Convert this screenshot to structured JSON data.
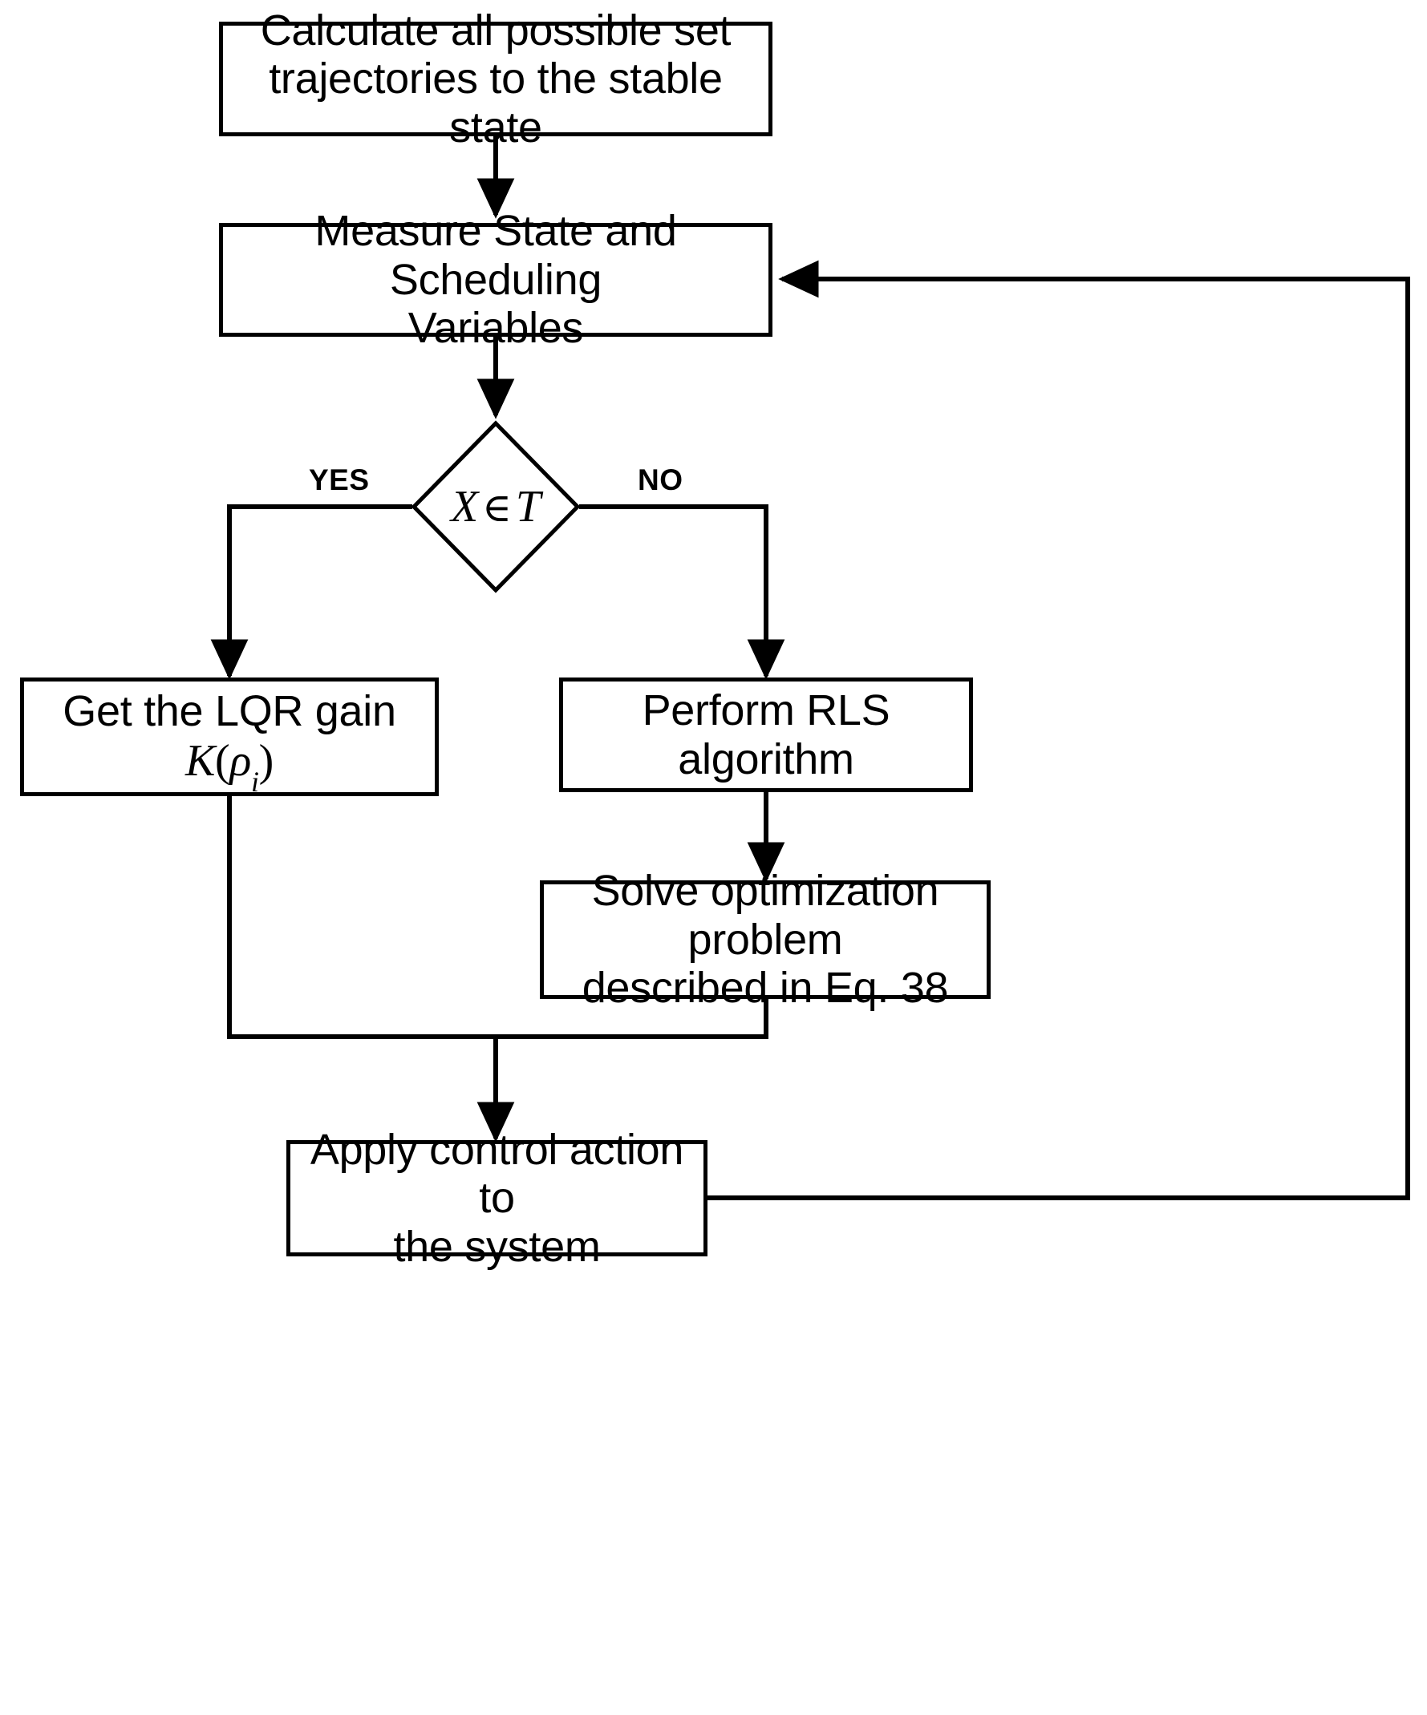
{
  "diagram": {
    "title": "Control algorithm flowchart",
    "type": "flowchart",
    "stroke_color": "#000000",
    "fill_color": "#ffffff"
  },
  "nodes": {
    "calculate": {
      "shape": "rectangle",
      "line1": "Calculate all possible set",
      "line2": "trajectories to the stable state"
    },
    "measure": {
      "shape": "rectangle",
      "line1": "Measure State and Scheduling",
      "line2": "Variables"
    },
    "decision": {
      "shape": "diamond",
      "condition_variable": "X",
      "condition_operator": "∈",
      "condition_set": "T",
      "condition_full": "X ∈ T"
    },
    "lqr": {
      "shape": "rectangle",
      "text_before": "Get the LQR gain ",
      "gain_symbol": "K",
      "gain_open": "(",
      "gain_param": "ρ",
      "gain_subscript": "i",
      "gain_close": ")",
      "full_text": "Get the LQR gain K(ρi)"
    },
    "rls": {
      "shape": "rectangle",
      "line1": "Perform RLS algorithm"
    },
    "solve": {
      "shape": "rectangle",
      "line1": "Solve optimization problem",
      "line2": "described in Eq. 38"
    },
    "apply": {
      "shape": "rectangle",
      "line1": "Apply control action to",
      "line2": "the system"
    }
  },
  "edges": {
    "yes_label": "YES",
    "no_label": "NO"
  }
}
